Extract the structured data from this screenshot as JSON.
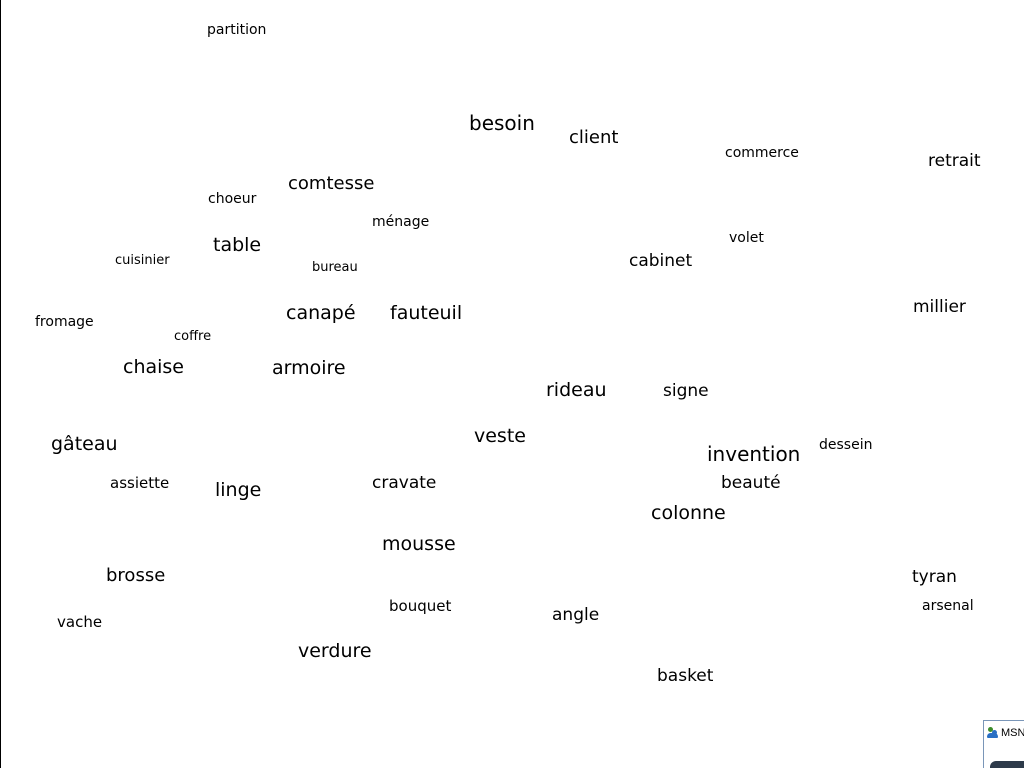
{
  "words": [
    {
      "id": "partition",
      "text": "partition"
    },
    {
      "id": "besoin",
      "text": "besoin"
    },
    {
      "id": "client",
      "text": "client"
    },
    {
      "id": "commerce",
      "text": "commerce"
    },
    {
      "id": "retrait",
      "text": "retrait"
    },
    {
      "id": "comtesse",
      "text": "comtesse"
    },
    {
      "id": "choeur",
      "text": "choeur"
    },
    {
      "id": "menage",
      "text": "ménage"
    },
    {
      "id": "table",
      "text": "table"
    },
    {
      "id": "volet",
      "text": "volet"
    },
    {
      "id": "cuisinier",
      "text": "cuisinier"
    },
    {
      "id": "bureau",
      "text": "bureau"
    },
    {
      "id": "cabinet",
      "text": "cabinet"
    },
    {
      "id": "millier",
      "text": "millier"
    },
    {
      "id": "fromage",
      "text": "fromage"
    },
    {
      "id": "canape",
      "text": "canapé"
    },
    {
      "id": "fauteuil",
      "text": "fauteuil"
    },
    {
      "id": "coffre",
      "text": "coffre"
    },
    {
      "id": "chaise",
      "text": "chaise"
    },
    {
      "id": "armoire",
      "text": "armoire"
    },
    {
      "id": "rideau",
      "text": "rideau"
    },
    {
      "id": "signe",
      "text": "signe"
    },
    {
      "id": "veste",
      "text": "veste"
    },
    {
      "id": "gateau",
      "text": "gâteau"
    },
    {
      "id": "invention",
      "text": "invention"
    },
    {
      "id": "dessein",
      "text": "dessein"
    },
    {
      "id": "assiette",
      "text": "assiette"
    },
    {
      "id": "linge",
      "text": "linge"
    },
    {
      "id": "cravate",
      "text": "cravate"
    },
    {
      "id": "beaute",
      "text": "beauté"
    },
    {
      "id": "colonne",
      "text": "colonne"
    },
    {
      "id": "mousse",
      "text": "mousse"
    },
    {
      "id": "brosse",
      "text": "brosse"
    },
    {
      "id": "tyran",
      "text": "tyran"
    },
    {
      "id": "bouquet",
      "text": "bouquet"
    },
    {
      "id": "arsenal",
      "text": "arsenal"
    },
    {
      "id": "angle",
      "text": "angle"
    },
    {
      "id": "vache",
      "text": "vache"
    },
    {
      "id": "verdure",
      "text": "verdure"
    },
    {
      "id": "basket",
      "text": "basket"
    }
  ],
  "corner_window": {
    "title": "MSN",
    "icon": "msn-messenger-icon"
  }
}
